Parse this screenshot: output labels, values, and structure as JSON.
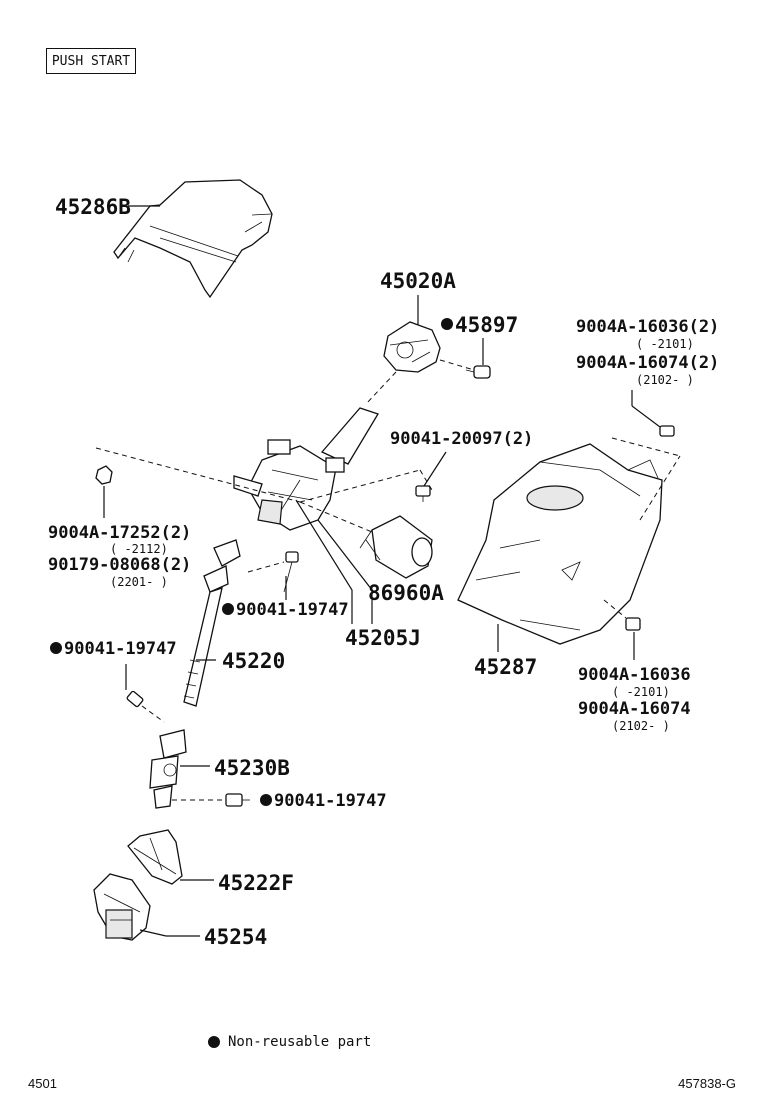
{
  "header": {
    "tag": "PUSH START"
  },
  "labels": {
    "p45286B": "45286B",
    "p45020A": "45020A",
    "p45897": "45897",
    "p9004A_16036_2": "9004A-16036(2)",
    "p9004A_16036_2_range": "(    -2101)",
    "p9004A_16074_2": "9004A-16074(2)",
    "p9004A_16074_2_range": "(2102-    )",
    "p90041_20097": "90041-20097(2)",
    "p9004A_17252": "9004A-17252(2)",
    "p9004A_17252_range": "(    -2112)",
    "p90179_08068": "90179-08068(2)",
    "p90179_08068_range": "(2201-    )",
    "p90041_19747_a": "90041-19747",
    "p86960A": "86960A",
    "p45205J": "45205J",
    "p45287": "45287",
    "p90041_19747_b": "90041-19747",
    "p45220": "45220",
    "p9004A_16036": "9004A-16036",
    "p9004A_16036_range": "(    -2101)",
    "p9004A_16074": "9004A-16074",
    "p9004A_16074_range": "(2102-    )",
    "p45230B": "45230B",
    "p90041_19747_c": "90041-19747",
    "p45222F": "45222F",
    "p45254": "45254"
  },
  "legend": {
    "text": "Non-reusable part"
  },
  "footer": {
    "page": "4501",
    "figure_id": "457838-G"
  }
}
